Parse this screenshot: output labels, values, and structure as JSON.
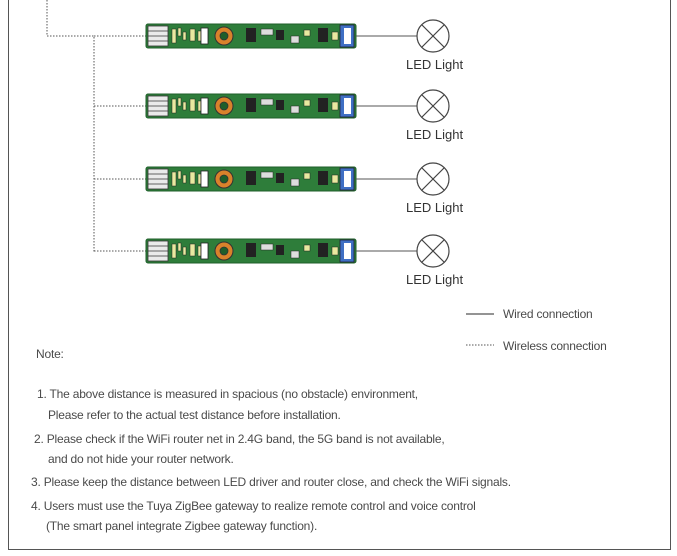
{
  "devices": [
    {
      "label": "LED Light"
    },
    {
      "label": "LED Light"
    },
    {
      "label": "LED Light"
    },
    {
      "label": "LED Light"
    }
  ],
  "legend": {
    "wired": "Wired connection",
    "wireless": "Wireless connection"
  },
  "note_title": "Note:",
  "notes": [
    {
      "line1": "1. The above distance is measured in spacious (no obstacle) environment,",
      "line2": "Please refer to the actual test distance before installation."
    },
    {
      "line1": "2. Please check if the WiFi router net in 2.4G band, the 5G band is not available,",
      "line2": "and do not hide your router network."
    },
    {
      "line1": "3. Please keep the distance between LED driver and router close, and check the WiFi signals.",
      "line2": ""
    },
    {
      "line1": "4. Users must use the Tuya ZigBee gateway to realize remote control and voice control",
      "line2": "(The smart panel integrate Zigbee gateway function)."
    }
  ],
  "colors": {
    "pcb": "#2e7d3a",
    "pcb_dark": "#1f5e2a",
    "terminal": "#eaeaea",
    "blue_terminal": "#3f6fc4",
    "line": "#555555"
  }
}
